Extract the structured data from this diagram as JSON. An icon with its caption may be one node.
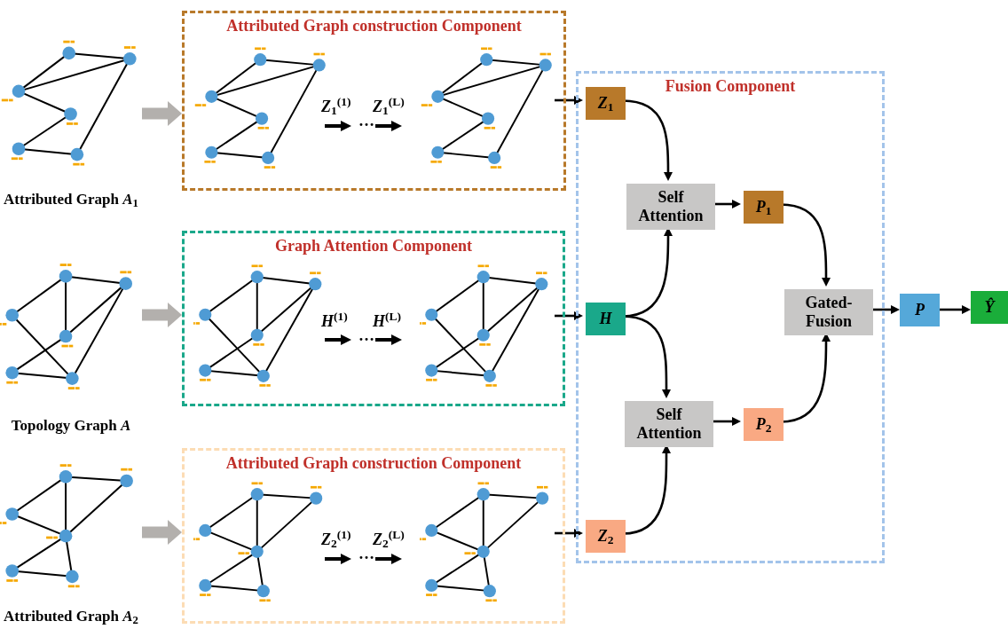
{
  "diagram": {
    "nodes": [
      {
        "text": [
          "Attributed Graph *A*$_{1}$"
        ]
      },
      {
        "text": [
          "Attributed Graph construction Component"
        ]
      },
      {
        "text": [],
        "shape": "picture",
        "in": 1
      },
      {
        "text": [],
        "shape": "picture",
        "in": 1
      },
      {
        "text": [
          "Topology Graph *A*"
        ]
      },
      {
        "text": [
          "Graph Attention Component"
        ]
      },
      {
        "text": [],
        "shape": "picture",
        "in": 5
      },
      {
        "text": [],
        "shape": "picture",
        "in": 5
      },
      {
        "text": [
          "Attributed Graph *A*$_{2}$"
        ]
      },
      {
        "text": [
          "Attributed Graph construction Component"
        ]
      },
      {
        "text": [],
        "shape": "picture",
        "in": 9
      },
      {
        "text": [],
        "shape": "picture",
        "in": 9
      },
      {
        "text": [
          "Fusion Component"
        ]
      },
      {
        "text": [
          "*Z*$_{1}$"
        ],
        "in": 12
      },
      {
        "text": [
          "H"
        ],
        "in": 12
      },
      {
        "text": [
          "*Z*$_{2}$"
        ],
        "in": 12
      },
      {
        "text": [
          "Self Attention"
        ],
        "in": 12
      },
      {
        "text": [
          "Self Attention"
        ],
        "in": 12
      },
      {
        "text": [
          "*P*$_{1}$"
        ],
        "in": 12
      },
      {
        "text": [
          "*P*$_{2}$"
        ],
        "in": 12
      },
      {
        "text": [
          "Gated-Fusion"
        ],
        "in": 12
      },
      {
        "text": [
          "P"
        ]
      },
      {
        "text": [
          "Ŷ"
        ]
      }
    ],
    "edges": [
      {
        "from": 0,
        "to": 1,
        "arrow": "to",
        "style": "thick",
        "color": "#b3b0ad"
      },
      {
        "from": 4,
        "to": 5,
        "arrow": "to",
        "style": "thick",
        "color": "#b3b0ad"
      },
      {
        "from": 8,
        "to": 9,
        "arrow": "to",
        "style": "thick",
        "color": "#b3b0ad"
      },
      {
        "from": 3,
        "to": 13,
        "arrow": "to"
      },
      {
        "from": 7,
        "to": 14,
        "arrow": "to"
      },
      {
        "from": 11,
        "to": 15,
        "arrow": "to"
      },
      {
        "from": 13,
        "to": 16,
        "arrow": "to"
      },
      {
        "from": 14,
        "to": 16,
        "arrow": "to"
      },
      {
        "from": 14,
        "to": 17,
        "arrow": "to"
      },
      {
        "from": 15,
        "to": 17,
        "arrow": "to"
      },
      {
        "from": 16,
        "to": 18,
        "arrow": "to"
      },
      {
        "from": 17,
        "to": 19,
        "arrow": "to"
      },
      {
        "from": 18,
        "to": 20,
        "arrow": "to"
      },
      {
        "from": 19,
        "to": 20,
        "arrow": "to"
      },
      {
        "from": 20,
        "to": 21,
        "arrow": "to"
      },
      {
        "from": 21,
        "to": 22,
        "arrow": "to"
      }
    ],
    "labels": [
      "*Z*$_{1}$$^{(1)}$",
      "…",
      "*Z*$_{1}$$^{(L)}$",
      "*H*$^{(1)}$",
      "…",
      "*H*$^{(L)}$",
      "*Z*$_{2}$$^{(1)}$",
      "…",
      "*Z*$_{2}$$^{(L)}$"
    ]
  }
}
